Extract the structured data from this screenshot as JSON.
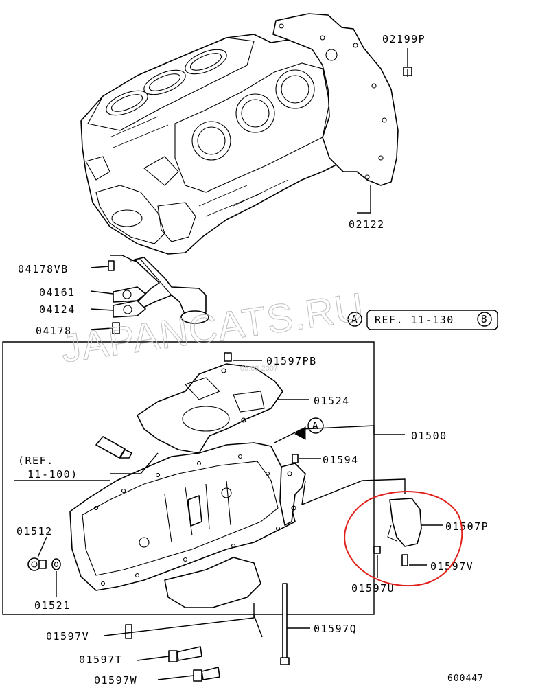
{
  "diagram": {
    "part_labels": {
      "p02199P": "02199P",
      "p02122": "02122",
      "p04178VB": "04178VB",
      "p04161": "04161",
      "p04124": "04124",
      "p04178": "04178",
      "p01597PB": "01597PB",
      "p01524": "01524",
      "p01500": "01500",
      "p01594": "01594",
      "p01512": "01512",
      "p01521": "01521",
      "p01507P": "01507P",
      "p01597V_right": "01597V",
      "p01597U": "01597U",
      "p01597V_bottom": "01597V",
      "p01597Q": "01597Q",
      "p01597T": "01597T",
      "p01597W": "01597W"
    },
    "ref_box_top": {
      "text": "REF. 11-130",
      "marker_left": "A",
      "marker_right": "8"
    },
    "ref_note": {
      "line1": "(REF.",
      "line2": "11-100)"
    },
    "marker_a": "A",
    "watermark": "JAPANCATS.RU",
    "date_stamp": "05.03.2007",
    "diagram_number": "600447",
    "annotation_color": "#e0201b"
  }
}
